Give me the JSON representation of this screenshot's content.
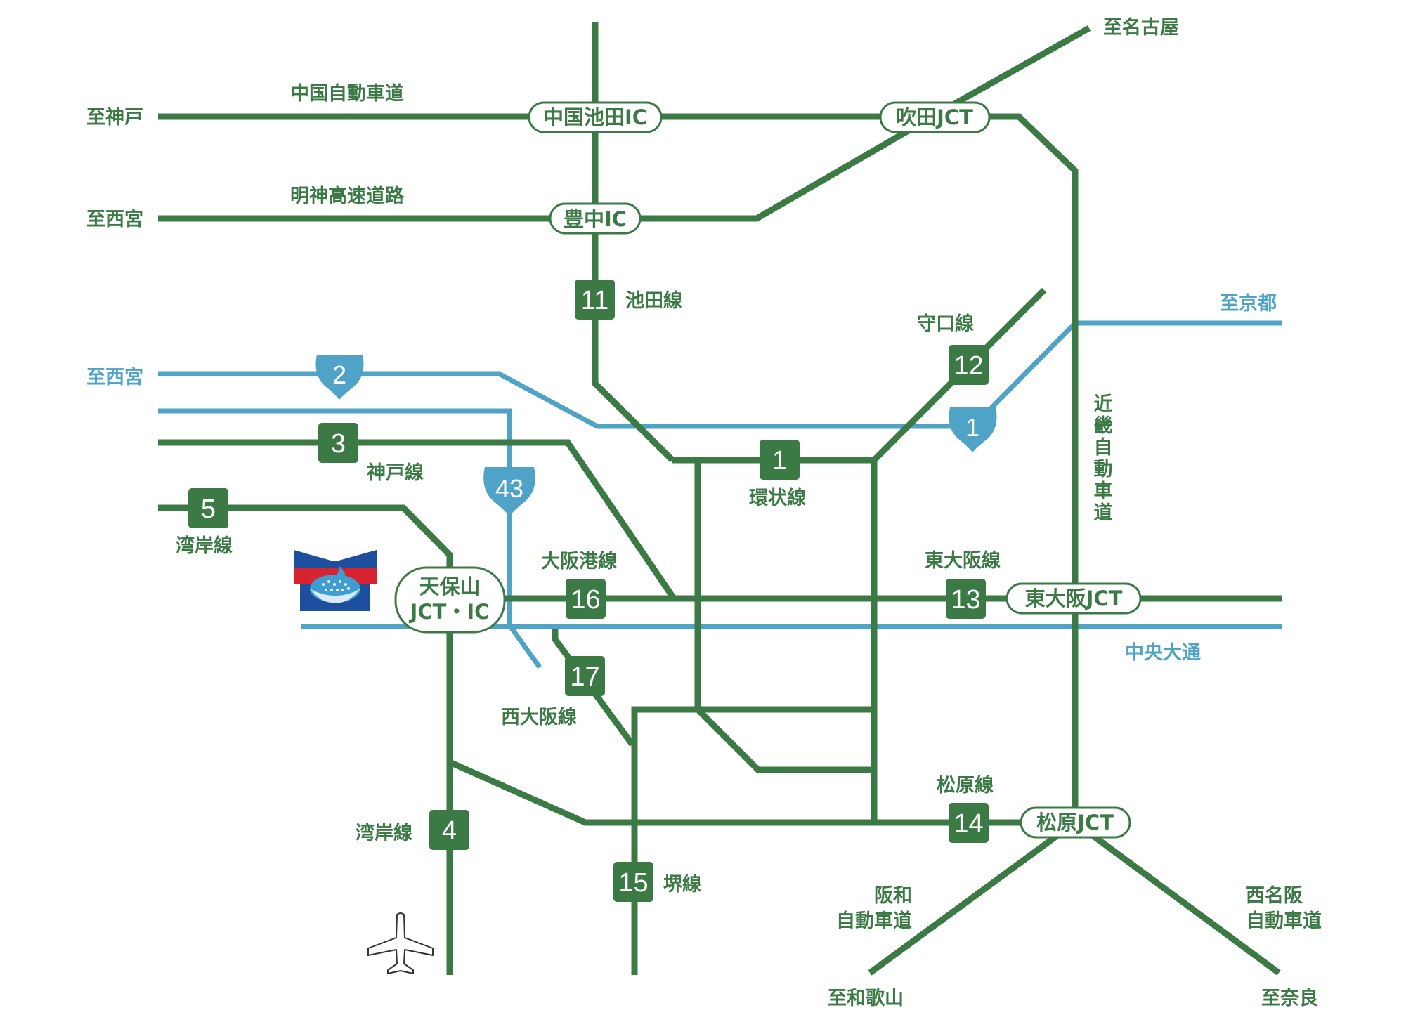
{
  "colors": {
    "expressway": "#3b7a45",
    "national_road": "#4fa3c7",
    "text_on_badge": "#ffffff"
  },
  "destinations": {
    "kobe": "至神戸",
    "nishinomiya_top": "至西宮",
    "nishinomiya_blue": "至西宮",
    "nagoya": "至名古屋",
    "kyoto": "至京都",
    "wakayama": "至和歌山",
    "nara": "至奈良"
  },
  "expressway_names": {
    "chugoku": "中国自動車道",
    "meishin": "明神高速道路",
    "kinki": "近畿自動車道",
    "higashi_osaka": "東大阪線",
    "hanwa": [
      "阪和",
      "自動車道"
    ],
    "nishi_meihan": [
      "西名阪",
      "自動車道"
    ]
  },
  "route_names": {
    "ikeda": "池田線",
    "moriguchi": "守口線",
    "kobe": "神戸線",
    "kanjo": "環状線",
    "wangan_5": "湾岸線",
    "osaka_ko": "大阪港線",
    "nishi_osaka": "西大阪線",
    "matsubara": "松原線",
    "wangan_4": "湾岸線",
    "sakai": "堺線"
  },
  "street_names": {
    "chuo_odori": "中央大通"
  },
  "interchanges": {
    "chugoku_ikeda": "中国池田IC",
    "suita": "吹田JCT",
    "toyonaka": "豊中IC",
    "tempozan_line1": "天保山",
    "tempozan_line2": "JCT・IC",
    "higashi_osaka_jct": "東大阪JCT",
    "matsubara_jct": "松原JCT"
  },
  "route_badges": {
    "r11": "11",
    "r12": "12",
    "r3": "3",
    "r1": "1",
    "r5": "5",
    "r16": "16",
    "r13": "13",
    "r17": "17",
    "r14": "14",
    "r4": "4",
    "r15": "15"
  },
  "national_road_shields": {
    "n2": "2",
    "n1": "1",
    "n43": "43"
  },
  "icons": [
    "aquarium-logo-icon",
    "airplane-icon"
  ]
}
